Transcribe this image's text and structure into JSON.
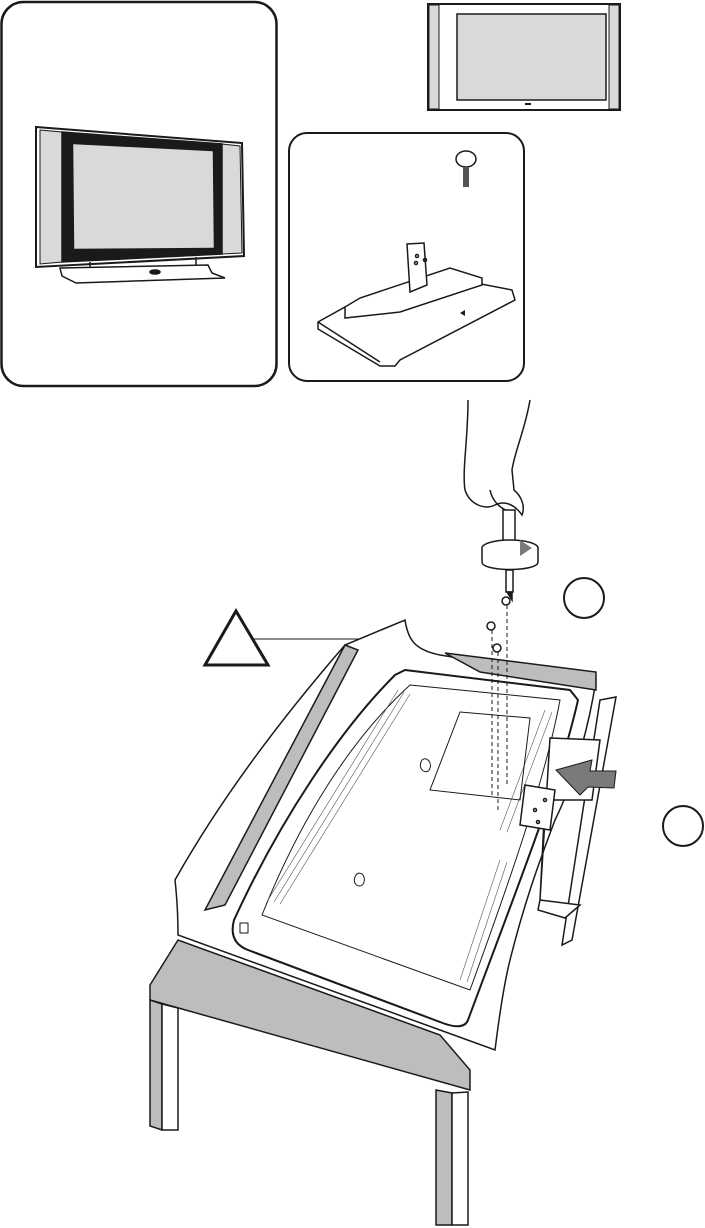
{
  "figure": {
    "panels": [
      "tv-on-stand",
      "tv-front-view",
      "stand-and-screw",
      "mounting-step"
    ],
    "step_markers": [
      "",
      ""
    ],
    "warning_marker": ""
  },
  "colors": {
    "line": "#1a1a1a",
    "fill_gray": "#bdbdbd",
    "screen_gray": "#d9d9d9",
    "arrow_gray": "#7a7a7a",
    "background": "#ffffff"
  }
}
